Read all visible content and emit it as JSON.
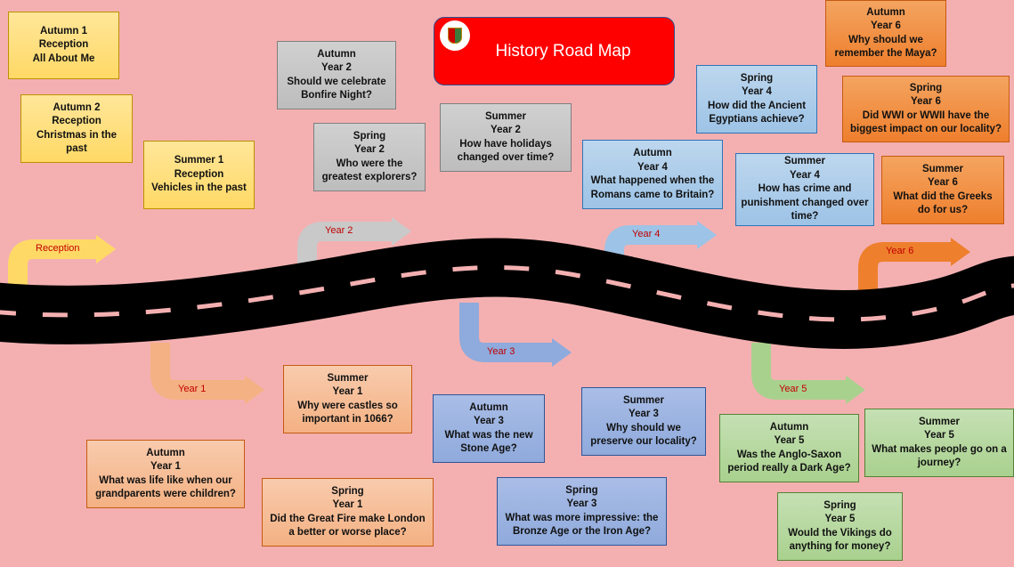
{
  "title": "History Road Map",
  "logo_icon": "school-crest-icon",
  "colors": {
    "background": "#f4b0b1",
    "title": "#ff0000",
    "road": "#000000",
    "label": "#c00000"
  },
  "arrows": [
    {
      "label": "Reception",
      "color": "#ffd966"
    },
    {
      "label": "Year 1",
      "color": "#f4b183"
    },
    {
      "label": "Year 2",
      "color": "#c9c9c9"
    },
    {
      "label": "Year 3",
      "color": "#8faadc"
    },
    {
      "label": "Year 4",
      "color": "#9dc3e6"
    },
    {
      "label": "Year 5",
      "color": "#a9d18e"
    },
    {
      "label": "Year 6",
      "color": "#ee7f2d"
    }
  ],
  "boxes": [
    {
      "season": "Autumn 1",
      "year": "Reception",
      "question": "All About Me"
    },
    {
      "season": "Autumn 2",
      "year": "Reception",
      "question": "Christmas in the past"
    },
    {
      "season": "Summer 1",
      "year": "Reception",
      "question": "Vehicles in the past"
    },
    {
      "season": "Autumn",
      "year": "Year 2",
      "question": "Should we celebrate Bonfire Night?"
    },
    {
      "season": "Spring",
      "year": "Year 2",
      "question": "Who were the greatest explorers?"
    },
    {
      "season": "Summer",
      "year": "Year 2",
      "question": "How have holidays changed over time?"
    },
    {
      "season": "Autumn",
      "year": "Year 4",
      "question": "What happened when the Romans came to Britain?"
    },
    {
      "season": "Spring",
      "year": "Year 4",
      "question": "How did the Ancient Egyptians achieve?"
    },
    {
      "season": "Summer",
      "year": "Year 4",
      "question": "How has crime and punishment changed over time?"
    },
    {
      "season": "Autumn",
      "year": "Year 6",
      "question": "Why should we remember the Maya?"
    },
    {
      "season": "Spring",
      "year": "Year 6",
      "question": "Did WWI or WWII have the biggest impact on our locality?"
    },
    {
      "season": "Summer",
      "year": "Year 6",
      "question": "What did the Greeks do for us?"
    },
    {
      "season": "Summer",
      "year": "Year 1",
      "question": "Why were castles so important in 1066?"
    },
    {
      "season": "Autumn",
      "year": "Year 1",
      "question": "What was life like when our grandparents were children?"
    },
    {
      "season": "Spring",
      "year": "Year 1",
      "question": "Did the Great Fire make London a better or worse place?"
    },
    {
      "season": "Autumn",
      "year": "Year 3",
      "question": "What was the new Stone Age?"
    },
    {
      "season": "Spring",
      "year": "Year 3",
      "question": "What was more impressive: the Bronze Age or the Iron Age?"
    },
    {
      "season": "Summer",
      "year": "Year 3",
      "question": "Why should we preserve our locality?"
    },
    {
      "season": "Autumn",
      "year": "Year 5",
      "question": "Was the Anglo-Saxon period really a Dark Age?"
    },
    {
      "season": "Summer",
      "year": "Year 5",
      "question": "What makes people go on a journey?"
    },
    {
      "season": "Spring",
      "year": "Year 5",
      "question": "Would the Vikings do anything for money?"
    }
  ]
}
